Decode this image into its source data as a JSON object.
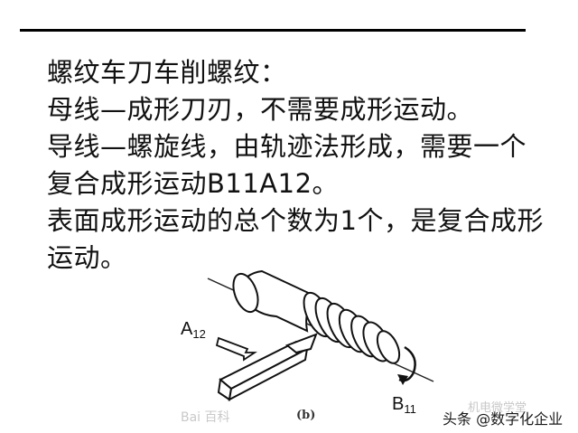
{
  "text_lines": [
    "螺纹车刀车削螺纹：",
    "母线—成形刀刃，不需要成形运动。",
    "导线—螺旋线，由轨迹法形成，需要一个",
    "复合成形运动B11A12。",
    "表面成形运动的总个数为1个，是复合成形",
    "运动。"
  ],
  "figure": {
    "label_a": "A",
    "label_a_sub": "12",
    "label_b": "B",
    "label_b_sub": "11",
    "caption": "(b)"
  },
  "watermarks": {
    "left": "Bai 百科",
    "right_top": "机电微学堂",
    "right": "头条 @数字化企业"
  }
}
